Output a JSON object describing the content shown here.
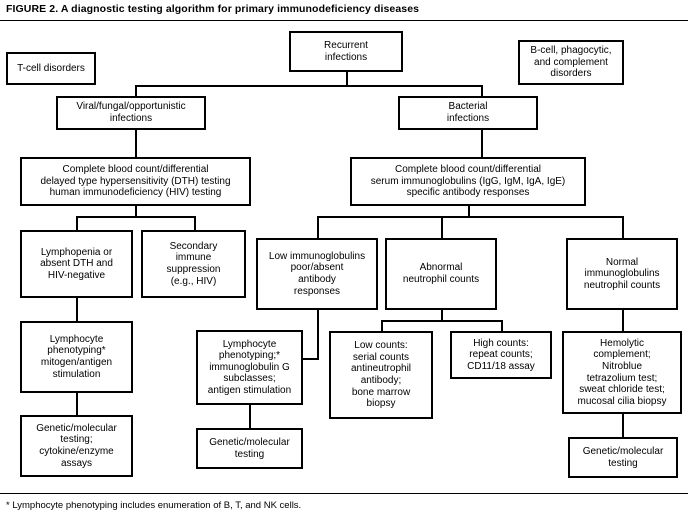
{
  "figure": {
    "title": "FIGURE 2. A diagnostic testing algorithm for primary immunodeficiency diseases",
    "footnote": "* Lymphocyte phenotyping includes enumeration of B, T, and NK cells."
  },
  "nodes": {
    "t_cell_disorders": "T-cell disorders",
    "recurrent_infections": "Recurrent\ninfections",
    "b_cell_disorders": "B-cell, phagocytic,\nand complement\ndisorders",
    "viral_fungal": "Viral/fungal/opportunistic\ninfections",
    "bacterial": "Bacterial\ninfections",
    "cbc_left": "Complete blood count/differential\ndelayed type hypersensitivity (DTH) testing\nhuman immunodeficiency (HIV) testing",
    "cbc_right": "Complete blood count/differential\nserum immunoglobulins (IgG, IgM, IgA, IgE)\nspecific antibody responses",
    "lymphopenia": "Lymphopenia or\nabsent DTH and\nHIV-negative",
    "secondary_immune": "Secondary\nimmune\nsuppression\n(e.g., HIV)",
    "low_immunoglobulins": "Low immunoglobulins\npoor/absent\nantibody\nresponses",
    "abnormal_neutrophil": "Abnormal\nneutrophil counts",
    "normal_immunoglobulins": "Normal\nimmunoglobulins\nneutrophil counts",
    "lymphocyte_phenotyping_left": "Lymphocyte\nphenotyping*\nmitogen/antigen\nstimulation",
    "lymphocyte_phenotyping_mid": "Lymphocyte\nphenotyping;*\nimmunoglobulin G\nsubclasses;\nantigen stimulation",
    "low_counts": "Low counts:\nserial counts\nantineutrophil\nantibody;\nbone marrow\nbiopsy",
    "high_counts": "High counts:\nrepeat counts;\nCD11/18 assay",
    "hemolytic_complement": "Hemolytic\ncomplement;\nNitroblue\ntetrazolium test;\nsweat chloride test;\nmucosal cilia biopsy",
    "genetic_left": "Genetic/molecular\ntesting;\ncytokine/enzyme\nassays",
    "genetic_mid": "Genetic/molecular\ntesting",
    "genetic_right": "Genetic/molecular\ntesting"
  },
  "colors": {
    "background": "#ffffff",
    "stroke": "#000000",
    "text": "#000000"
  }
}
